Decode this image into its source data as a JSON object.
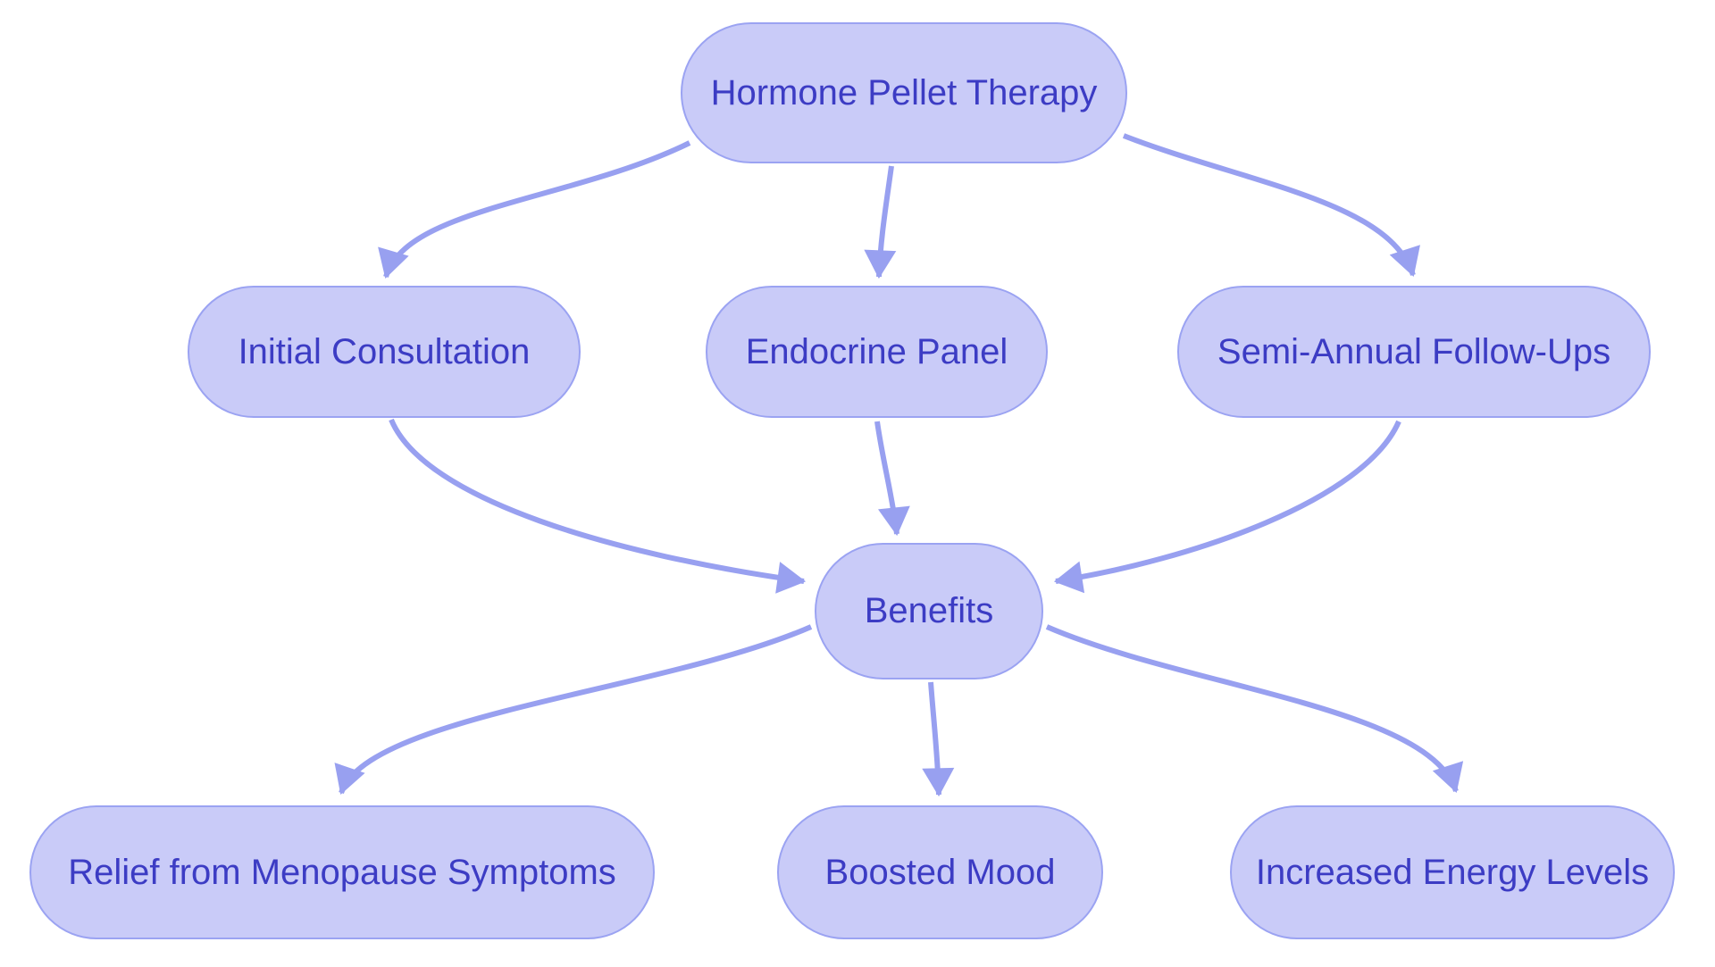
{
  "diagram": {
    "title": "Hormone Pellet Therapy flowchart",
    "background_color": "#ffffff",
    "node_fill_color": "#c9cbf8",
    "node_border_color": "#9ba3f2",
    "node_text_color": "#3c3cc4",
    "arrow_color": "#98a0f0"
  },
  "nodes": [
    {
      "id": "hormone-pellet-therapy",
      "label": "Hormone Pellet Therapy"
    },
    {
      "id": "initial-consultation",
      "label": "Initial Consultation"
    },
    {
      "id": "endocrine-panel",
      "label": "Endocrine Panel"
    },
    {
      "id": "semi-annual-follow-ups",
      "label": "Semi-Annual Follow-Ups"
    },
    {
      "id": "benefits",
      "label": "Benefits"
    },
    {
      "id": "relief-from-menopause-symptoms",
      "label": "Relief from Menopause Symptoms"
    },
    {
      "id": "boosted-mood",
      "label": "Boosted Mood"
    },
    {
      "id": "increased-energy-levels",
      "label": "Increased Energy Levels"
    }
  ],
  "edges": [
    {
      "from": "hormone-pellet-therapy",
      "to": "initial-consultation"
    },
    {
      "from": "hormone-pellet-therapy",
      "to": "endocrine-panel"
    },
    {
      "from": "hormone-pellet-therapy",
      "to": "semi-annual-follow-ups"
    },
    {
      "from": "initial-consultation",
      "to": "benefits"
    },
    {
      "from": "endocrine-panel",
      "to": "benefits"
    },
    {
      "from": "semi-annual-follow-ups",
      "to": "benefits"
    },
    {
      "from": "benefits",
      "to": "relief-from-menopause-symptoms"
    },
    {
      "from": "benefits",
      "to": "boosted-mood"
    },
    {
      "from": "benefits",
      "to": "increased-energy-levels"
    }
  ]
}
